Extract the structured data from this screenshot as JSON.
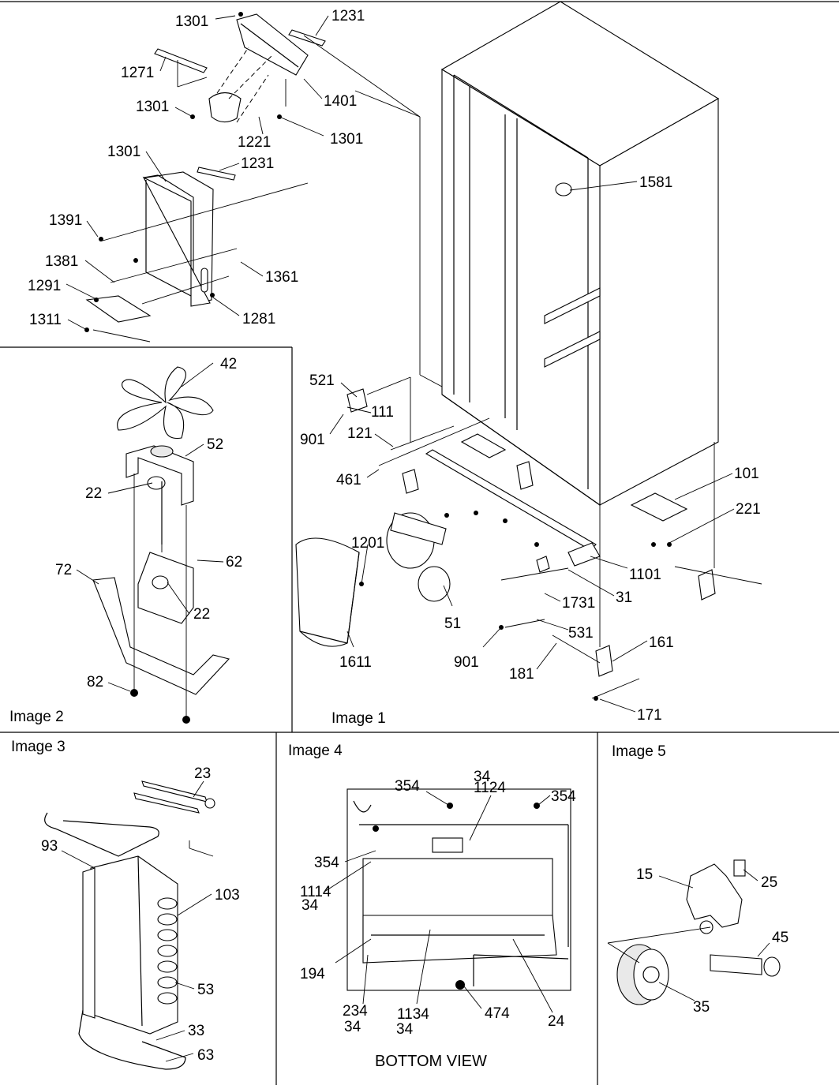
{
  "panels": {
    "image1": "Image 1",
    "image2": "Image 2",
    "image3": "Image 3",
    "image4": "Image 4",
    "image5": "Image 5"
  },
  "labels": {
    "p1": "1301",
    "p2": "1231",
    "p3": "1271",
    "p4": "1301",
    "p5": "1401",
    "p6": "1221",
    "p7": "1301",
    "p8": "1301",
    "p9": "1231",
    "p10": "1391",
    "p11": "1381",
    "p12": "1361",
    "p13": "1291",
    "p14": "1281",
    "p15": "1311",
    "p16": "1581",
    "p17": "521",
    "p18": "111",
    "p19": "901",
    "p20": "121",
    "p21": "461",
    "p22": "101",
    "p23": "221",
    "p24": "1201",
    "p25": "1101",
    "p26": "31",
    "p27": "1731",
    "p28": "51",
    "p29": "531",
    "p30": "1611",
    "p31": "901",
    "p32": "161",
    "p33": "181",
    "p34": "171",
    "q1": "42",
    "q2": "52",
    "q3": "22",
    "q4": "62",
    "q5": "72",
    "q6": "22",
    "q7": "82",
    "r1": "23",
    "r2": "93",
    "r3": "103",
    "r4": "53",
    "r5": "33",
    "r6": "63",
    "s1": "354",
    "s2": "34",
    "s3": "1124",
    "s4": "354",
    "s5": "354",
    "s6": "1114",
    "s7": "34",
    "s8": "194",
    "s9": "234",
    "s10": "34",
    "s11": "1134",
    "s12": "34",
    "s13": "474",
    "s14": "24",
    "t1": "15",
    "t2": "25",
    "t3": "45",
    "t4": "35"
  },
  "bottom_view": "BOTTOM VIEW"
}
